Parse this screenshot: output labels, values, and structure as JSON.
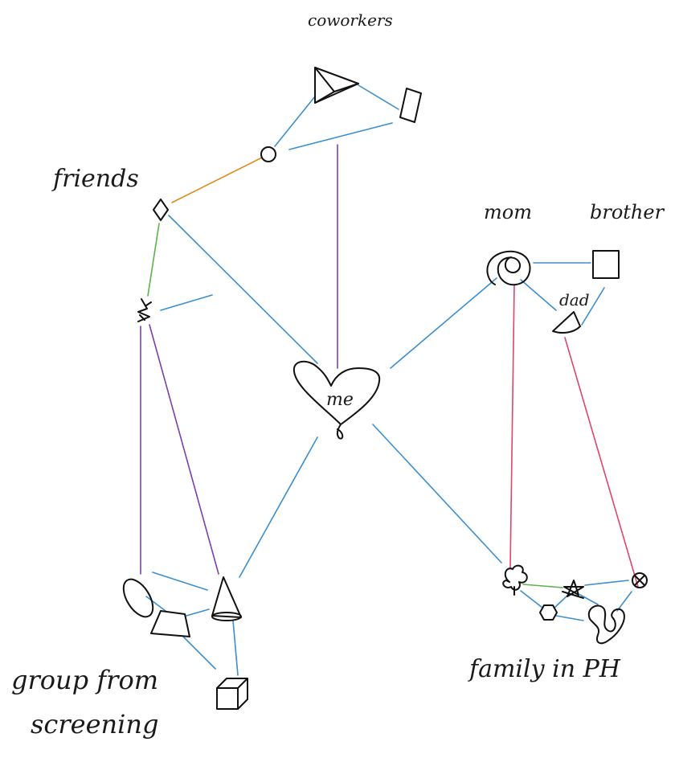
{
  "labels": {
    "coworkers": "coworkers",
    "friends": "friends",
    "mom": "mom",
    "brother": "brother",
    "dad": "dad",
    "me": "me",
    "family_ph": "family in PH",
    "group_line1": "group from",
    "group_line2": "screening"
  },
  "colors": {
    "blue": "#3b8fd0",
    "purple": "#7b3fb0",
    "orange": "#e08a1e",
    "green": "#5bb34a",
    "red": "#e0456a",
    "ink": "#111111"
  }
}
